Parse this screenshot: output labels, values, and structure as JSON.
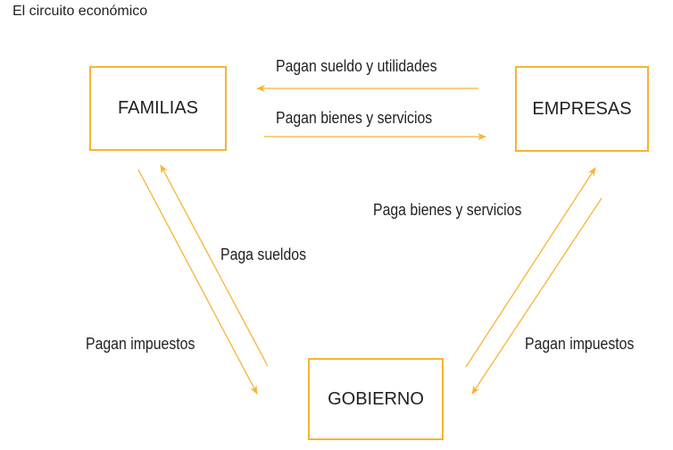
{
  "title": "El circuito económico",
  "colors": {
    "accent": "#f6b434",
    "text": "#231f20"
  },
  "nodes": {
    "familias": "FAMILIAS",
    "empresas": "EMPRESAS",
    "gobierno": "GOBIERNO"
  },
  "flows": [
    {
      "from": "EMPRESAS",
      "to": "FAMILIAS",
      "label": "Pagan sueldo y utilidades"
    },
    {
      "from": "FAMILIAS",
      "to": "EMPRESAS",
      "label": "Pagan bienes y servicios"
    },
    {
      "from": "GOBIERNO",
      "to": "EMPRESAS",
      "label": "Paga bienes y servicios"
    },
    {
      "from": "GOBIERNO",
      "to": "FAMILIAS",
      "label": "Paga sueldos"
    },
    {
      "from": "FAMILIAS",
      "to": "GOBIERNO",
      "label": "Pagan impuestos"
    },
    {
      "from": "EMPRESAS",
      "to": "GOBIERNO",
      "label": "Pagan impuestos"
    }
  ]
}
